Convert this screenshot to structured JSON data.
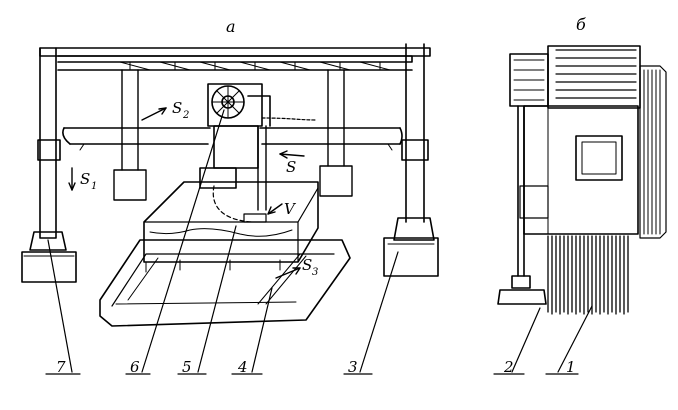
{
  "panels": {
    "a": {
      "title": "а"
    },
    "b": {
      "title": "б"
    }
  },
  "motion_labels": {
    "s2": "S",
    "s2_sub": "2",
    "s": "S",
    "s1": "S",
    "s1_sub": "1",
    "v": "V",
    "s3": "S",
    "s3_sub": "3"
  },
  "callouts": [
    "7",
    "6",
    "5",
    "4",
    "3",
    "2",
    "1"
  ]
}
